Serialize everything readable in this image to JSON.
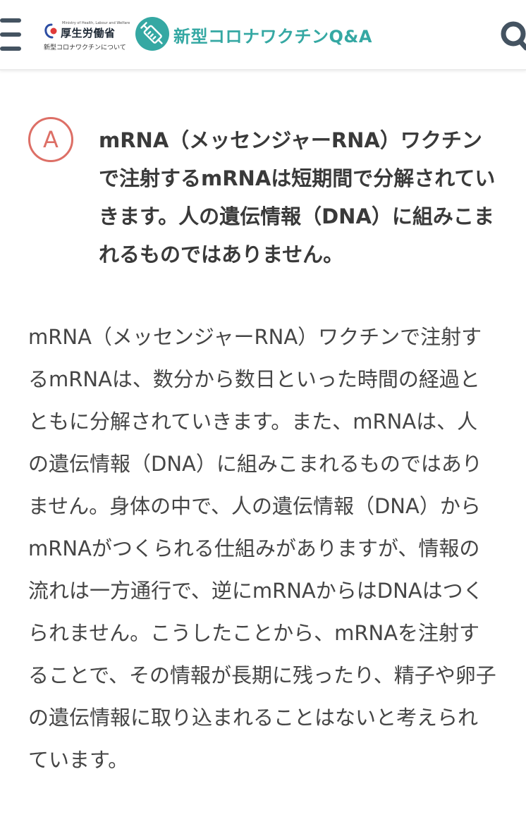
{
  "header": {
    "mhlw": {
      "small_text": "Ministry of Health, Labour and Welfare",
      "name": "厚生労働省",
      "tagline": "新型コロナワクチンについて"
    },
    "site_title": "新型コロナワクチンQ&A",
    "accent_color": "#35a8a3",
    "icons": {
      "menu": "hamburger-menu-icon",
      "search": "search-icon"
    }
  },
  "answer": {
    "badge": "A",
    "badge_color": "#dd6f66",
    "summary": "mRNA（メッセンジャーRNA）ワクチンで注射するmRNAは短期間で分解されていきます。人の遺伝情報（DNA）に組みこまれるものではありません。",
    "detail": "mRNA（メッセンジャーRNA）ワクチンで注射するmRNAは、数分から数日といった時間の経過とともに分解されていきます。また、mRNAは、人の遺伝情報（DNA）に組みこまれるものではありません。身体の中で、人の遺伝情報（DNA）からmRNAがつくられる仕組みがありますが、情報の流れは一方通行で、逆にmRNAからはDNAはつくられません。こうしたことから、mRNAを注射することで、その情報が長期に残ったり、精子や卵子の遺伝情報に取り込まれることはないと考えられています。"
  }
}
